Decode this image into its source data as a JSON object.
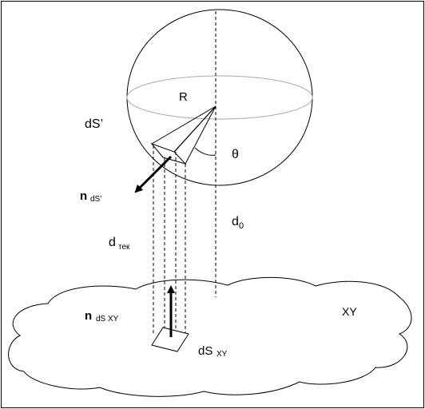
{
  "labels": {
    "radius": "R",
    "surface_element": "dS’",
    "angle": "θ",
    "normal_main": "n",
    "normal_sub_dS": "dS’",
    "distance_main": "d",
    "distance_sub": "тек",
    "d0_main": "d",
    "d0_sub": "0",
    "normal_xy_sub": "dS XY",
    "plane": "XY",
    "ds_xy_main": "dS",
    "ds_xy_sub": "XY"
  },
  "colors": {
    "stroke": "#000000",
    "equator": "#aaaaaa",
    "background": "#ffffff"
  }
}
